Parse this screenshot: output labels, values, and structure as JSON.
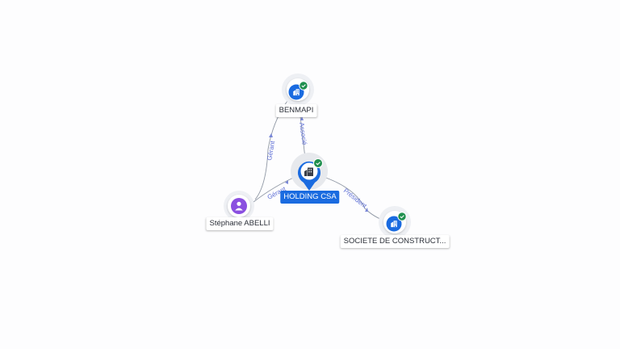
{
  "graph": {
    "nodes": {
      "holding": {
        "label": "HOLDING CSA",
        "kind": "company",
        "focus": true,
        "verified": true
      },
      "benmapi": {
        "label": "BENMAPI",
        "kind": "company",
        "verified": true
      },
      "person": {
        "label": "Stéphane ABELLI",
        "kind": "person"
      },
      "societe": {
        "label": "SOCIETE DE CONSTRUCT...",
        "kind": "company",
        "verified": true
      }
    },
    "edges": {
      "person_benmapi": "Gérant",
      "holding_benmapi": "Associé",
      "person_holding": "Gérant",
      "holding_societe": "Président"
    },
    "icons": {
      "company": "building-icon",
      "person": "person-icon",
      "verified": "check-badge-icon"
    },
    "colors": {
      "company": "#1a6be0",
      "person": "#8a4fe0",
      "verified": "#1f8f4e",
      "edge_label": "#5e6fd6"
    }
  }
}
